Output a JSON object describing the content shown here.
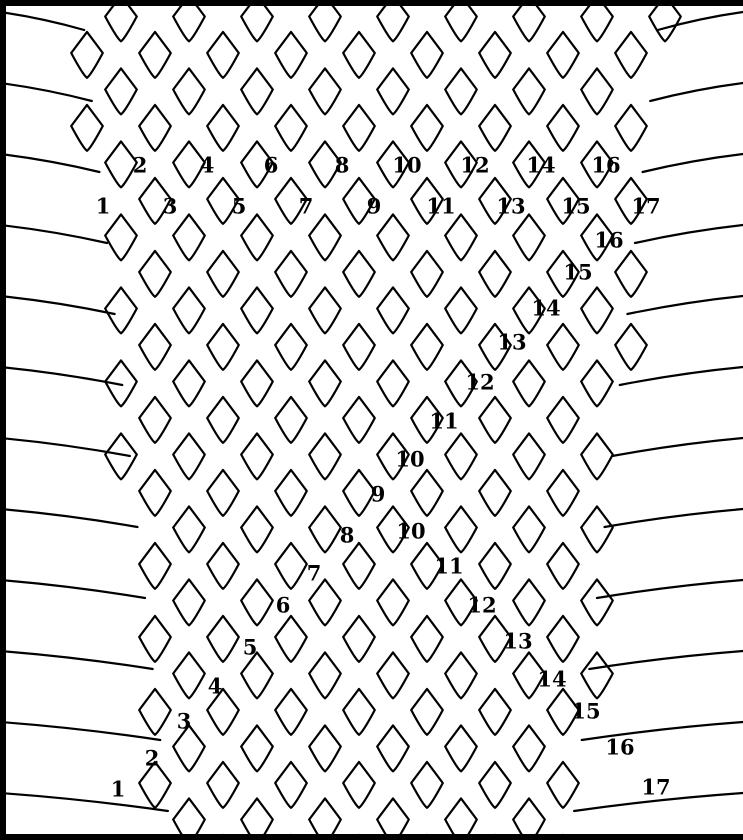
{
  "diagram": {
    "top_row_labels": {
      "upper": [
        "2",
        "4",
        "6",
        "8",
        "10",
        "12",
        "14",
        "16"
      ],
      "lower": [
        "1",
        "3",
        "5",
        "7",
        "9",
        "11",
        "13",
        "15",
        "17"
      ]
    },
    "reduction_upper_labels": [
      "16",
      "15",
      "14",
      "13",
      "12",
      "11",
      "10",
      "9"
    ],
    "reduction_lower_labels": [
      "1",
      "2",
      "3",
      "4",
      "5",
      "6",
      "7",
      "8",
      "10",
      "11",
      "12",
      "13",
      "14",
      "15",
      "16",
      "17"
    ]
  }
}
